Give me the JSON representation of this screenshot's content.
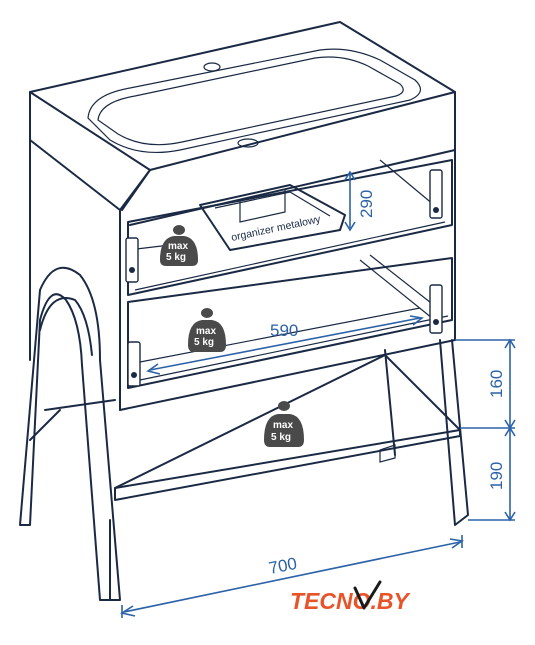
{
  "labels": {
    "organizer": "organizer metalowy",
    "weight_line1": "max",
    "weight_line2": "5 kg"
  },
  "dimensions": {
    "drawer_height": "290",
    "drawer_width": "590",
    "gap_upper": "160",
    "gap_lower": "190",
    "total_width": "700"
  },
  "logo": {
    "text": "TECNO.BY",
    "colors": {
      "primary": "#e8542a",
      "secondary": "#1a1a1a"
    }
  },
  "colors": {
    "outline": "#1b2a44",
    "dimension": "#2c62a8",
    "weight_icon": "#4a4a4a",
    "logo_orange": "#e8542a"
  }
}
